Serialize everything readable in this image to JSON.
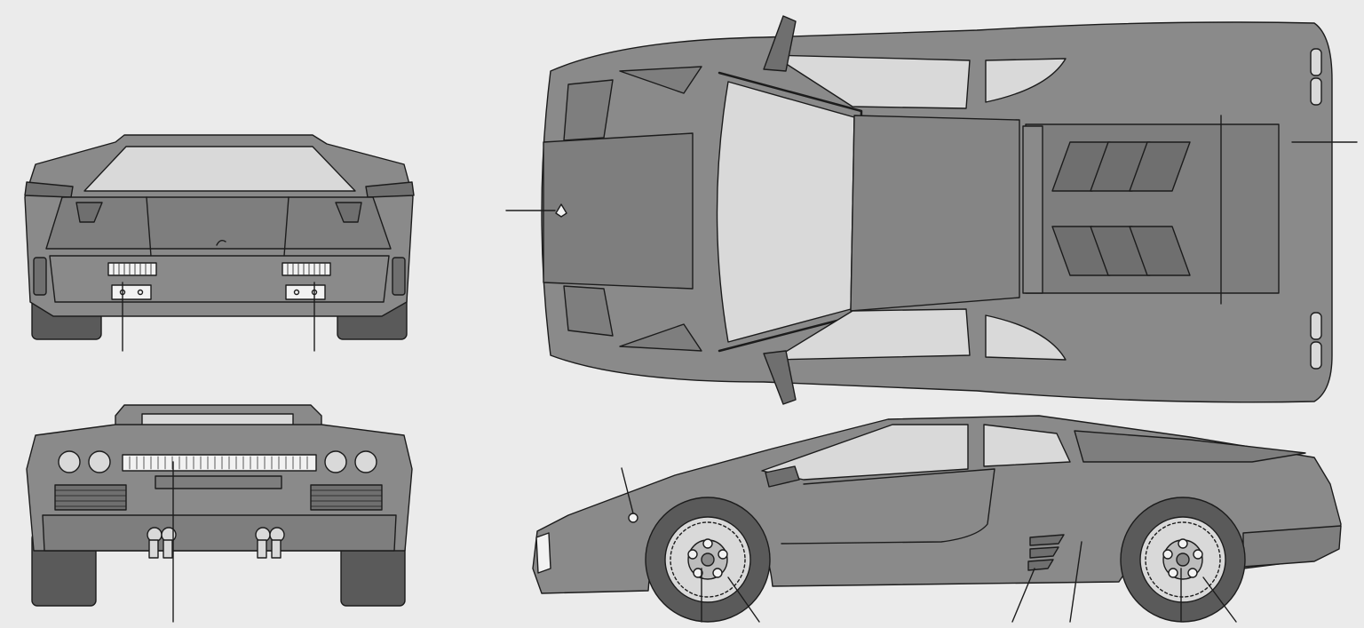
{
  "palette": {
    "background": "#ebebeb",
    "body": "#8a8a8a",
    "body_dark": "#6f6f6f",
    "glass": "#d9d9d9",
    "line": "#1c1c1c",
    "tire": "#5a5a5a",
    "light": "#f2f2f2"
  },
  "views": [
    {
      "name": "front-view",
      "label": ""
    },
    {
      "name": "rear-view",
      "label": ""
    },
    {
      "name": "top-view",
      "label": ""
    },
    {
      "name": "side-view",
      "label": ""
    }
  ]
}
